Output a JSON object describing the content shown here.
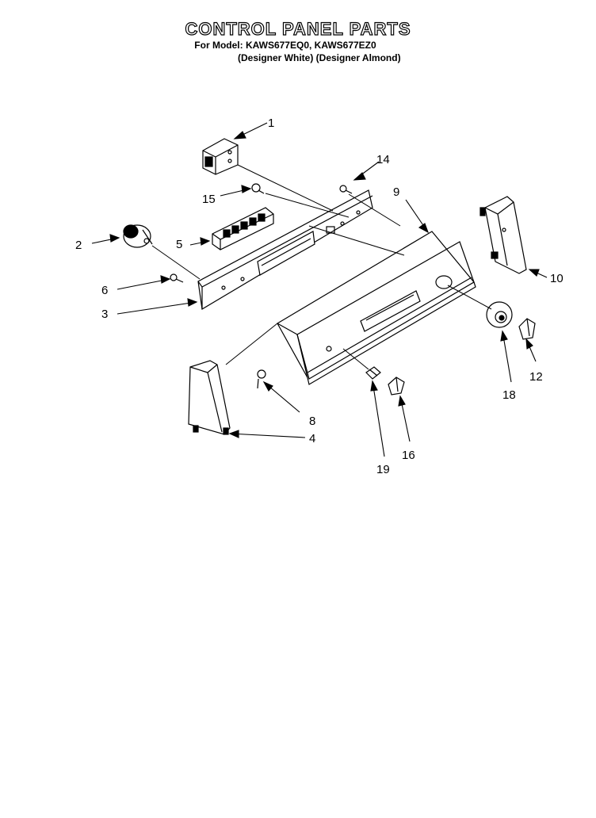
{
  "header": {
    "title": "CONTROL PANEL PARTS",
    "subtitle": "For Model: KAWS677EQ0, KAWS677EZ0",
    "variants": "(Designer White)  (Designer Almond)"
  },
  "callouts": [
    {
      "id": "1",
      "label": "1"
    },
    {
      "id": "2",
      "label": "2"
    },
    {
      "id": "3",
      "label": "3"
    },
    {
      "id": "4",
      "label": "4"
    },
    {
      "id": "5",
      "label": "5"
    },
    {
      "id": "6",
      "label": "6"
    },
    {
      "id": "8",
      "label": "8"
    },
    {
      "id": "9",
      "label": "9"
    },
    {
      "id": "10",
      "label": "10"
    },
    {
      "id": "12",
      "label": "12"
    },
    {
      "id": "14",
      "label": "14"
    },
    {
      "id": "15",
      "label": "15"
    },
    {
      "id": "16",
      "label": "16"
    },
    {
      "id": "18",
      "label": "18"
    },
    {
      "id": "19",
      "label": "19"
    }
  ]
}
